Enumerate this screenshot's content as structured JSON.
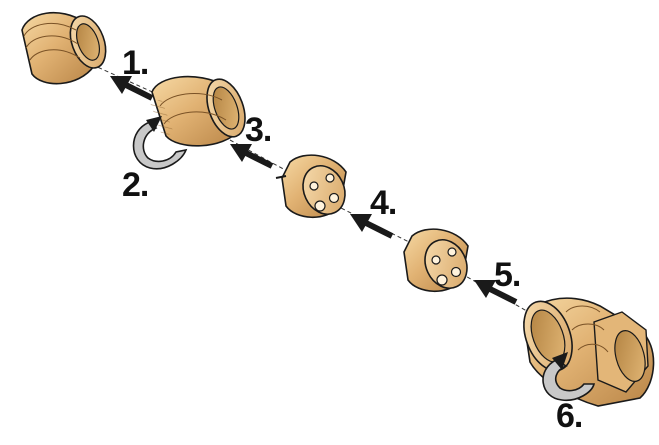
{
  "steps": {
    "s1": "1.",
    "s2": "2.",
    "s3": "3.",
    "s4": "4.",
    "s5": "5.",
    "s6": "6."
  },
  "colors": {
    "brass_light": "#f0c98c",
    "brass_mid": "#d9a461",
    "brass_dark": "#a6763d",
    "outline": "#1a1a1a",
    "arrow": "#1a1a1a",
    "rotation_fill": "#c8c8c8",
    "background": "#ffffff"
  },
  "icons": {
    "arrow": "straight-arrow",
    "rotate": "curved-rotation-arrow"
  }
}
